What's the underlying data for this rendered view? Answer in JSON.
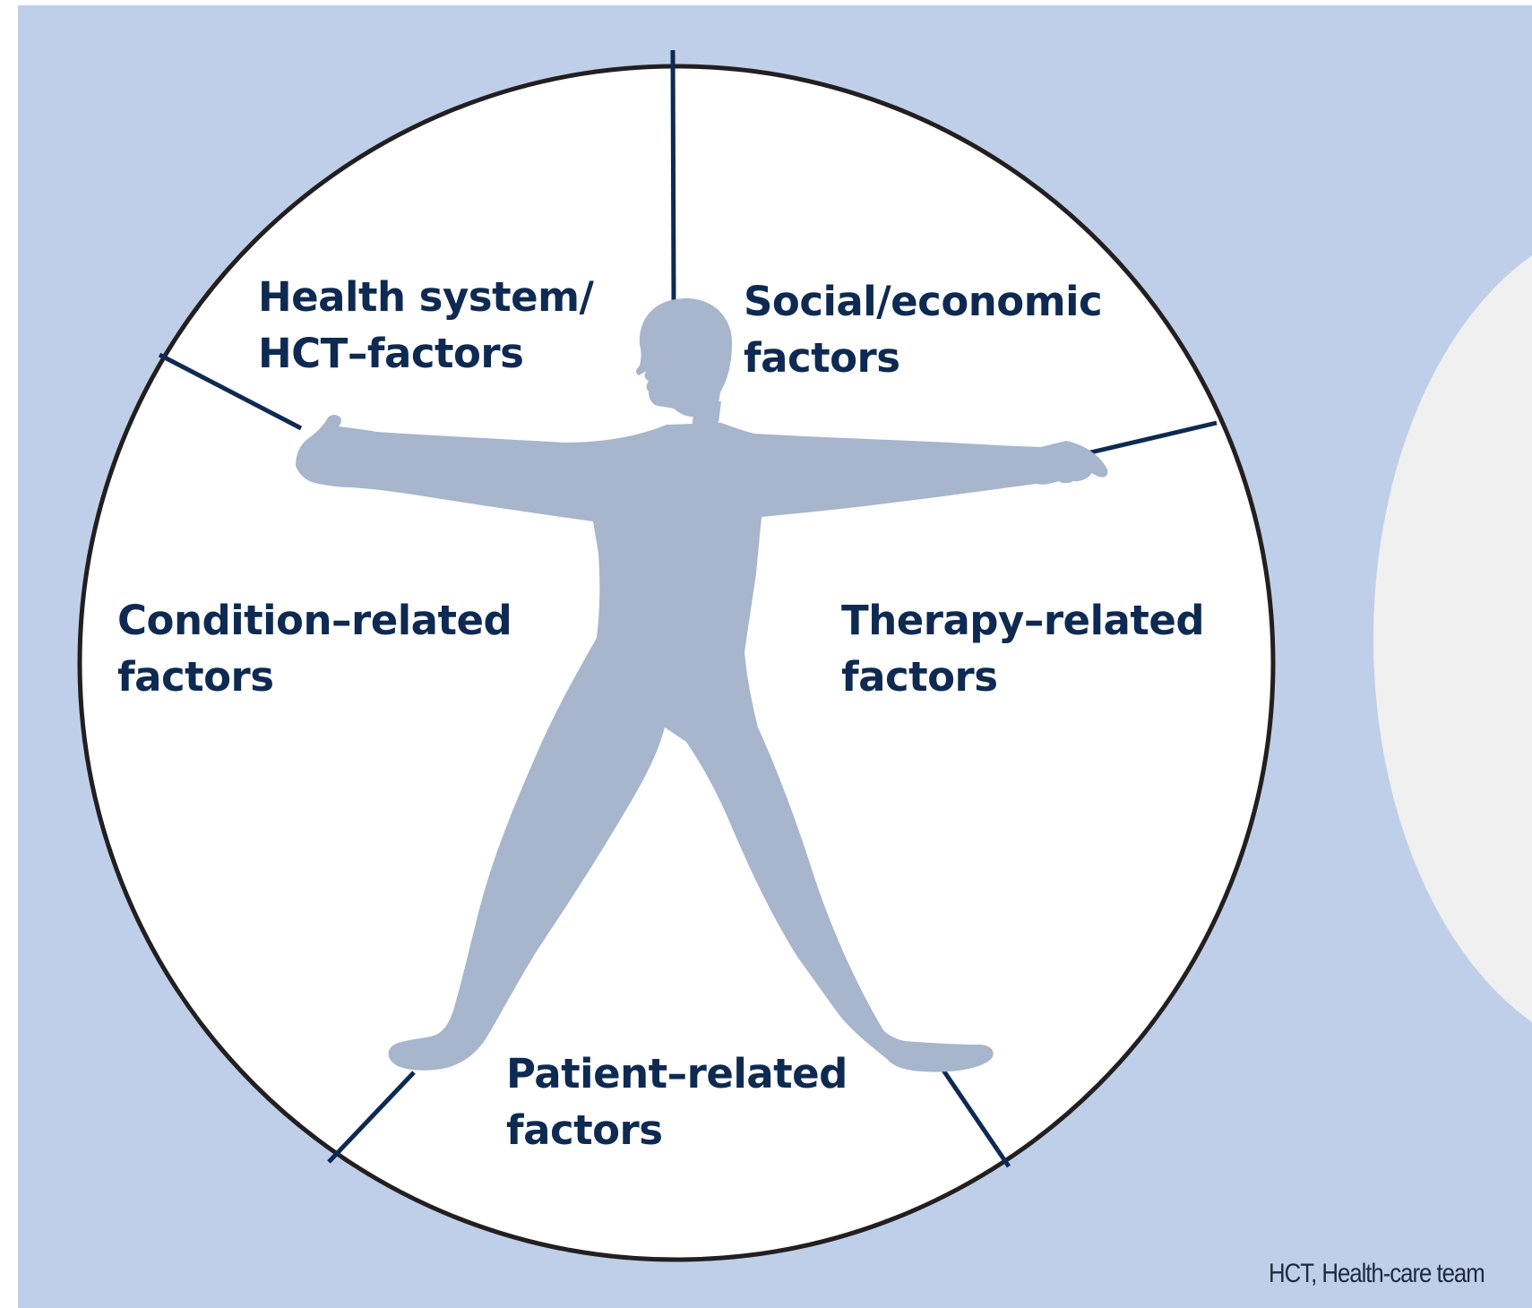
{
  "diagram": {
    "segments": [
      {
        "id": "health",
        "lines": [
          "Health system/",
          "HCT–factors"
        ]
      },
      {
        "id": "social",
        "lines": [
          "Social/economic",
          "factors"
        ]
      },
      {
        "id": "condition",
        "lines": [
          "Condition–related",
          "factors"
        ]
      },
      {
        "id": "therapy",
        "lines": [
          "Therapy–related",
          "factors"
        ]
      },
      {
        "id": "patient",
        "lines": [
          "Patient–related",
          "factors"
        ]
      }
    ],
    "footnote": "HCT, Health-care team",
    "colors": {
      "background": "#c0cfe9",
      "circle_fill": "#ffffff",
      "circle_stroke": "#231f20",
      "divider": "#0e2a52",
      "figure": "#a7b5cd",
      "inner_disc": "#f0f0f0",
      "label_text": "#0e2a52"
    },
    "icons": [
      "human-figure-icon"
    ]
  }
}
